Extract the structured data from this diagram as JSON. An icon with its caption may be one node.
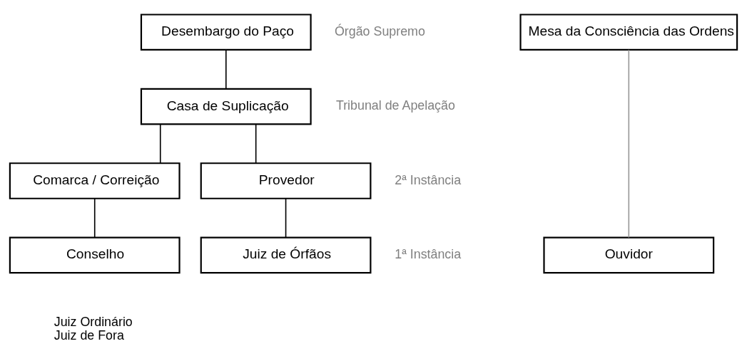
{
  "diagram": {
    "nodes": [
      {
        "text": [
          "Desembargo do Paço"
        ],
        "beside": [
          "Órgão Supremo"
        ]
      },
      {
        "text": [
          "Casa de Suplicação"
        ],
        "beside": [
          "Tribunal de Apelação"
        ]
      },
      {
        "text": [
          "Comarca / Correição"
        ]
      },
      {
        "text": [
          "Provedor"
        ],
        "beside": [
          "2ª Instância"
        ]
      },
      {
        "text": [
          "Conselho"
        ],
        "beside": [
          "Juiz Ordinário",
          "Juiz de Fora"
        ]
      },
      {
        "text": [
          "Juiz de Órfãos"
        ],
        "beside": [
          "1ª Instância"
        ]
      },
      {
        "text": [
          "Mesa da Consciência das Ordens"
        ]
      },
      {
        "text": [
          "Ouvidor"
        ]
      }
    ],
    "edges": [
      {
        "from": 0,
        "to": 1,
        "arrow": "none"
      },
      {
        "from": 1,
        "to": 2,
        "arrow": "none"
      },
      {
        "from": 1,
        "to": 3,
        "arrow": "none"
      },
      {
        "from": 2,
        "to": 4,
        "arrow": "none"
      },
      {
        "from": 3,
        "to": 5,
        "arrow": "none"
      },
      {
        "from": 6,
        "to": 7,
        "arrow": "none",
        "color": "#999999"
      }
    ]
  }
}
